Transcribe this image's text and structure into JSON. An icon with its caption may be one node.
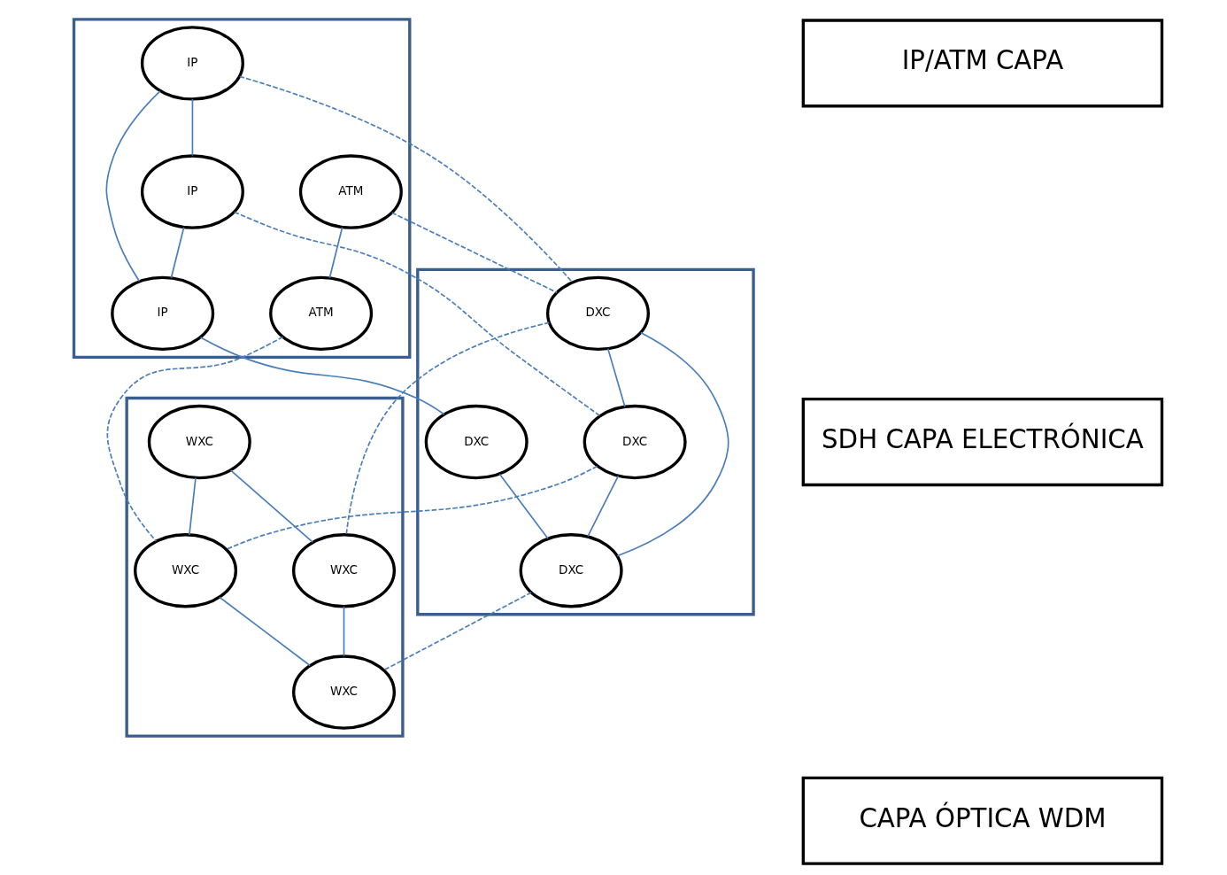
{
  "diagram": {
    "nodes": [
      {
        "text": [],
        "shape": "parallelogram"
      },
      {
        "text": [
          "ATM"
        ],
        "in": 0
      },
      {
        "text": [
          "IP"
        ],
        "in": 0
      },
      {
        "text": [
          "ATM"
        ],
        "in": 0
      },
      {
        "text": [
          "IP"
        ],
        "in": 0
      },
      {
        "text": [
          "IP"
        ],
        "in": 0
      },
      {
        "text": [
          "IP/ATM CAPA"
        ]
      },
      {
        "text": [],
        "shape": "parallelogram"
      },
      {
        "text": [
          "DXC"
        ],
        "in": 7
      },
      {
        "text": [
          "DXC"
        ],
        "in": 7
      },
      {
        "text": [
          "DXC"
        ],
        "in": 7
      },
      {
        "text": [
          "DXC"
        ],
        "in": 7
      },
      {
        "text": [
          "SDH CAPA ELECTRÓNICA"
        ]
      },
      {
        "text": [],
        "shape": "parallelogram"
      },
      {
        "text": [
          "WXC"
        ],
        "in": 13
      },
      {
        "text": [
          "WXC"
        ],
        "in": 13
      },
      {
        "text": [
          "WXC"
        ],
        "in": 13
      },
      {
        "text": [
          "WXC"
        ],
        "in": 13
      },
      {
        "text": [
          "CAPA ÓPTICA WDM"
        ]
      }
    ],
    "edges": [
      {
        "from": 1,
        "to": 3,
        "arrow": "none"
      },
      {
        "from": 2,
        "to": 4,
        "arrow": "none"
      },
      {
        "from": 2,
        "to": 5,
        "arrow": "none"
      },
      {
        "from": 4,
        "to": 5,
        "arrow": "none"
      },
      {
        "from": 5,
        "to": 9,
        "arrow": "none"
      },
      {
        "from": 1,
        "to": 8,
        "arrow": "none",
        "style": "dashed"
      },
      {
        "from": 2,
        "to": 8,
        "arrow": "none",
        "style": "dashed"
      },
      {
        "from": 4,
        "to": 10,
        "arrow": "none",
        "style": "dashed"
      },
      {
        "from": 3,
        "to": 16,
        "arrow": "none",
        "style": "dashed"
      },
      {
        "from": 8,
        "to": 10,
        "arrow": "none"
      },
      {
        "from": 8,
        "to": 11,
        "arrow": "none"
      },
      {
        "from": 9,
        "to": 11,
        "arrow": "none"
      },
      {
        "from": 10,
        "to": 11,
        "arrow": "none"
      },
      {
        "from": 10,
        "to": 16,
        "arrow": "none",
        "style": "dashed"
      },
      {
        "from": 8,
        "to": 15,
        "arrow": "none",
        "style": "dashed"
      },
      {
        "from": 11,
        "to": 17,
        "arrow": "none",
        "style": "dashed"
      },
      {
        "from": 14,
        "to": 15,
        "arrow": "none"
      },
      {
        "from": 14,
        "to": 16,
        "arrow": "none"
      },
      {
        "from": 15,
        "to": 17,
        "arrow": "none"
      },
      {
        "from": 16,
        "to": 17,
        "arrow": "none"
      }
    ]
  }
}
